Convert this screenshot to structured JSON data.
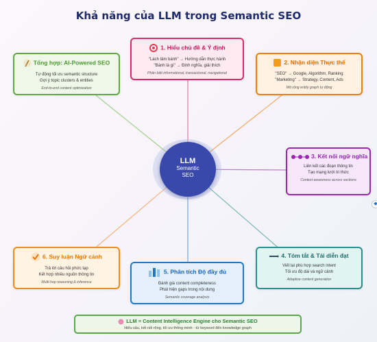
{
  "title": "Khả năng của LLM trong Semantic SEO",
  "center": {
    "line1": "LLM",
    "line2": "Semantic",
    "line3": "SEO"
  },
  "nodes": {
    "understanding": {
      "heading": "1. Hiểu chủ đề & Ý định",
      "line1": "\"Lách lảm bánh\" → Hướng dẫn thực hành",
      "line2": "\"Bánh là gì\" → Định nghĩa, giải thích",
      "note": "Phân biệt informational, transactional, navigational"
    },
    "entities": {
      "heading": "2. Nhận diện Thực thể",
      "line1": "\"SEO\" → Google, Algorithm, Ranking",
      "line2": "\"Marketing\" → Strategy, Content, Ads",
      "note": "Mô rộng entity graph tự động"
    },
    "connections": {
      "heading": "3. Kết nối ngữ nghĩa",
      "line1": "Liên kết các đoạn thông tin",
      "line2": "Tạo mạng lưới tri thức",
      "note": "Context awareness across sections"
    },
    "summarize": {
      "heading": "4. Tóm tắt & Tái diễn đạt",
      "line1": "Viết lại phù hợp search intent",
      "line2": "Tối ưu độ dài và ngữ cảnh",
      "note": "Adaptive content generation"
    },
    "completeness": {
      "heading": "5. Phân tích Độ đầy đủ",
      "line1": "Đánh giá content completeness",
      "line2": "Phát hiện gaps trong nội dung",
      "note": "Semantic coverage analysis"
    },
    "reasoning": {
      "heading": "6. Suy luận Ngữ cảnh",
      "line1": "Trả lời câu hỏi phức tạp",
      "line2": "Kết hợp nhiều nguồn thông tin",
      "note": "Multi-hop reasoning & inference"
    },
    "synthesis": {
      "heading": "Tổng hợp: AI-Powered SEO",
      "line1": "Tự động tối ưu semantic structure",
      "line2": "Gợi ý topic clusters & entities",
      "note": "End-to-end content optimization"
    }
  },
  "summary": {
    "line1": "LLM = Content Intelligence Engine cho Semantic SEO",
    "line2": "Hiểu sâu, kết nối rộng, tối ưu thông minh - từ keyword đến knowledge graph"
  },
  "colors": {
    "center": "#3949ab",
    "pink": "#d62c6b",
    "orange": "#ef7d0f",
    "purple": "#9b27b0",
    "teal": "#2c8c8c",
    "blue": "#1e78c8",
    "green": "#5fa843"
  }
}
